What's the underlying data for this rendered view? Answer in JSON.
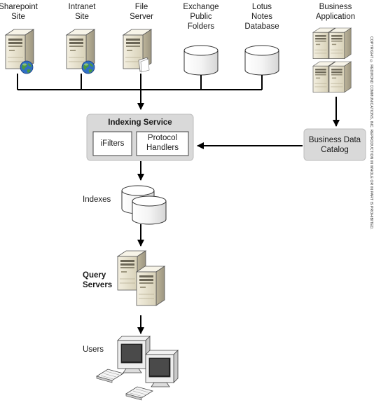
{
  "sources": [
    {
      "key": "sharepoint",
      "label": "Sharepoint\nSite",
      "icon": "server-globe-icon"
    },
    {
      "key": "intranet",
      "label": "Intranet\nSite",
      "icon": "server-globe-icon"
    },
    {
      "key": "fileserver",
      "label": "File\nServer",
      "icon": "server-document-icon"
    },
    {
      "key": "exchange",
      "label": "Exchange\nPublic\nFolders",
      "icon": "database-icon"
    },
    {
      "key": "lotus",
      "label": "Lotus\nNotes\nDatabase",
      "icon": "database-icon"
    },
    {
      "key": "businessapp",
      "label": "Business\nApplication",
      "icon": "server-cluster-icon"
    }
  ],
  "indexing_service": {
    "title": "Indexing Service",
    "ifilters": "iFilters",
    "protocol_handlers": "Protocol\nHandlers"
  },
  "bdc": {
    "label": "Business Data\nCatalog"
  },
  "indexes": {
    "label": "Indexes"
  },
  "query_servers": {
    "label": "Query\nServers"
  },
  "users": {
    "label": "Users"
  },
  "copyright": "COPYRIGHT © REDMOND COMMUNICATIONS, INC. REPRODUCTION IN WHOLE OR IN PART IS PROHIBITED.",
  "colors": {
    "line": "#000000",
    "service_box": "#d9d9d9",
    "bdc_box": "#d9d9d9",
    "server_body": "#e8e3d2",
    "server_shade": "#b9b29a",
    "globe": "#2f6fc4",
    "globe_land": "#4b9a3c"
  }
}
